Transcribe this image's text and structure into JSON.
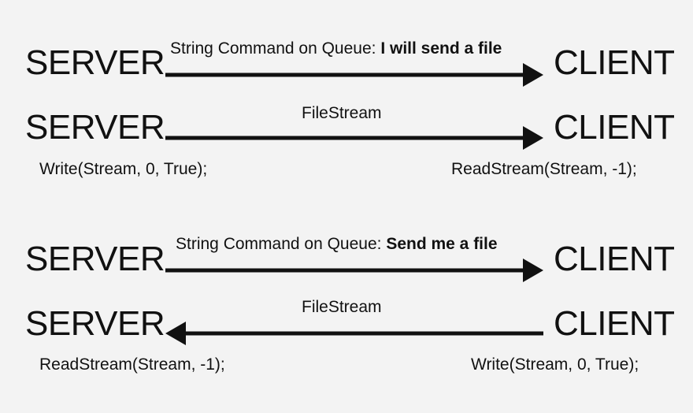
{
  "rows": [
    {
      "left_node": "SERVER",
      "right_node": "CLIENT",
      "message_prefix": "String Command on Queue: ",
      "message_emphasis": "I will send a file",
      "direction": "left-to-right"
    },
    {
      "left_node": "SERVER",
      "right_node": "CLIENT",
      "message": "FileStream",
      "left_call": "Write(Stream, 0, True);",
      "right_call": "ReadStream(Stream, -1);",
      "direction": "left-to-right"
    },
    {
      "left_node": "SERVER",
      "right_node": "CLIENT",
      "message_prefix": "String Command on Queue: ",
      "message_emphasis": "Send me a file",
      "direction": "left-to-right"
    },
    {
      "left_node": "SERVER",
      "right_node": "CLIENT",
      "message": "FileStream",
      "left_call": "ReadStream(Stream, -1);",
      "right_call": "Write(Stream, 0, True);",
      "direction": "right-to-left"
    }
  ],
  "colors": {
    "background": "#f3f3f3",
    "ink": "#111111"
  }
}
